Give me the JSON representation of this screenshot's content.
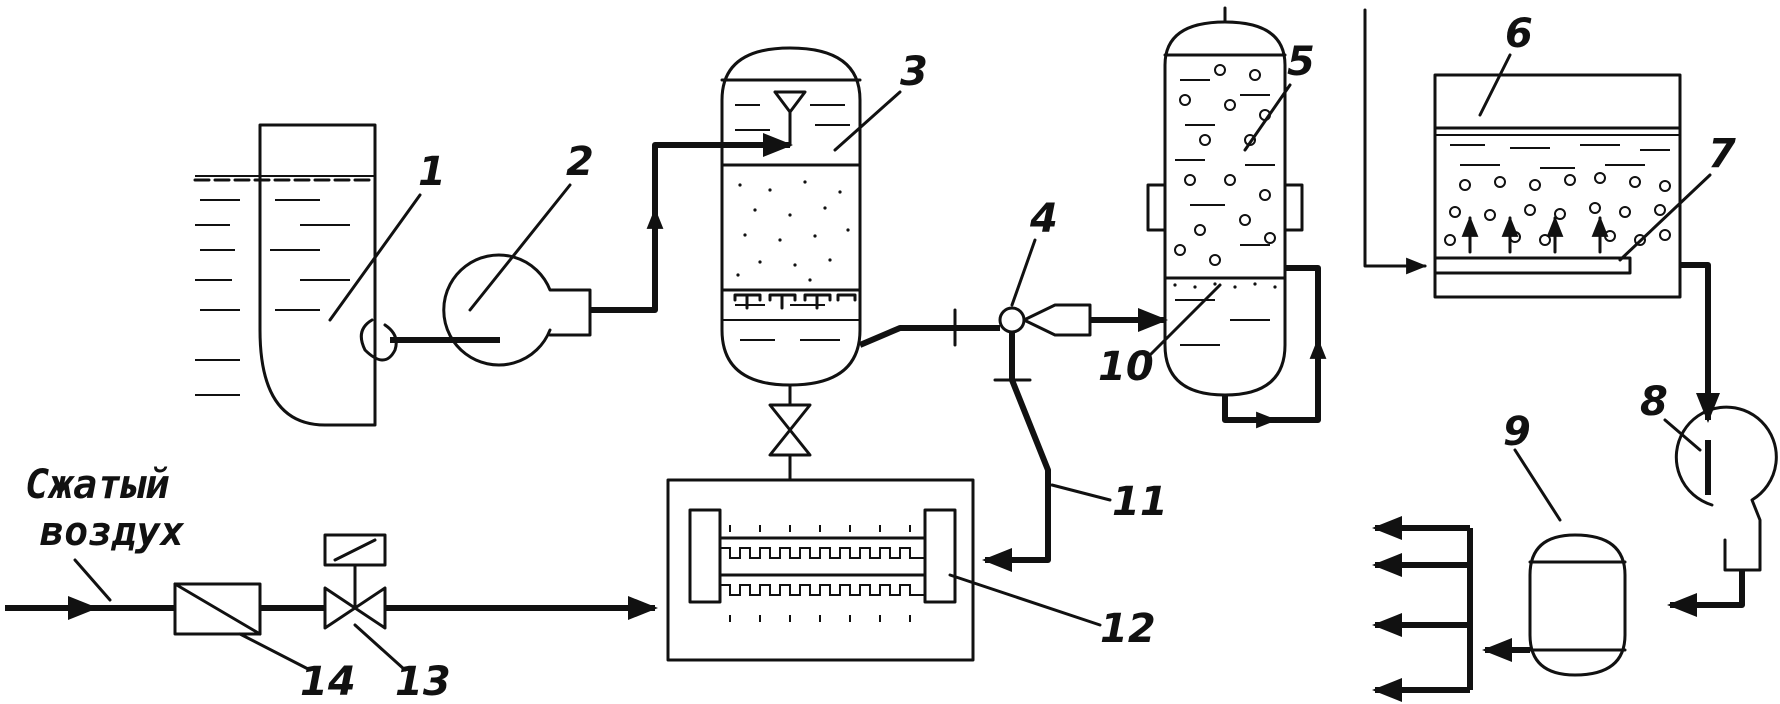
{
  "caption": {
    "line1": "Сжатый",
    "line2": "воздух"
  },
  "labels": [
    {
      "id": "1",
      "text": "1"
    },
    {
      "id": "2",
      "text": "2"
    },
    {
      "id": "3",
      "text": "3"
    },
    {
      "id": "4",
      "text": "4"
    },
    {
      "id": "5",
      "text": "5"
    },
    {
      "id": "6",
      "text": "6"
    },
    {
      "id": "7",
      "text": "7"
    },
    {
      "id": "8",
      "text": "8"
    },
    {
      "id": "9",
      "text": "9"
    },
    {
      "id": "10",
      "text": "10"
    },
    {
      "id": "11",
      "text": "11"
    },
    {
      "id": "12",
      "text": "12"
    },
    {
      "id": "13",
      "text": "13"
    },
    {
      "id": "14",
      "text": "14"
    }
  ]
}
